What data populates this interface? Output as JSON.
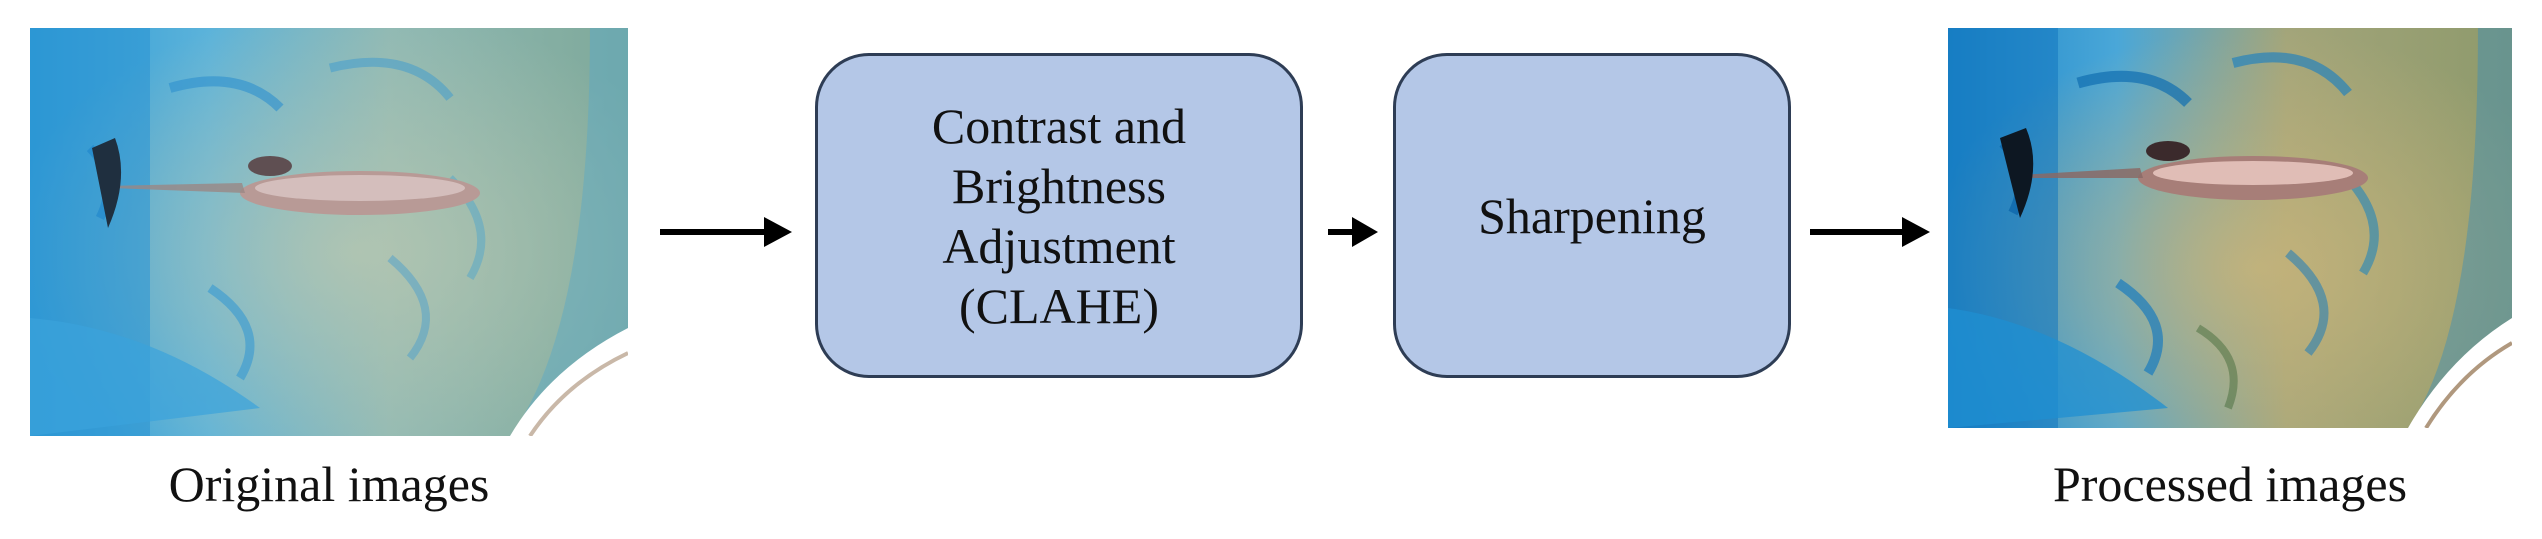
{
  "captions": {
    "original": "Original images",
    "processed": "Processed images"
  },
  "steps": [
    {
      "label": "Contrast and\nBrightness\nAdjustment\n(CLAHE)"
    },
    {
      "label": "Sharpening"
    }
  ],
  "colors": {
    "box_fill": "#b4c7e7",
    "box_border": "#2e3d55",
    "arrow": "#000000"
  },
  "photos": {
    "original": {
      "subject": "dolphin underwater, pool",
      "tone": "washed-out blue"
    },
    "processed": {
      "subject": "dolphin underwater, pool",
      "tone": "high contrast, sharpened"
    }
  }
}
